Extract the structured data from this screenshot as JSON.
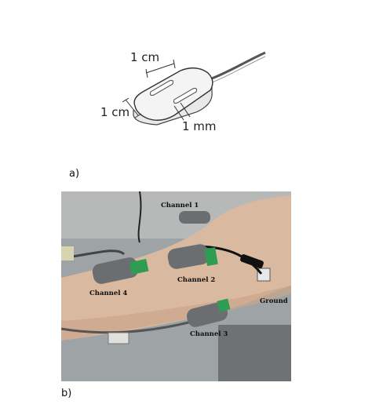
{
  "panel_a": {
    "label": "a)",
    "dimensions": {
      "top": "1 cm",
      "left": "1 cm",
      "gap": "1 mm"
    }
  },
  "panel_b": {
    "label": "b)",
    "channels": {
      "ch1": "Channel 1",
      "ch2": "Channel 2",
      "ch3": "Channel 3",
      "ch4": "Channel 4",
      "ground": "Ground"
    }
  }
}
